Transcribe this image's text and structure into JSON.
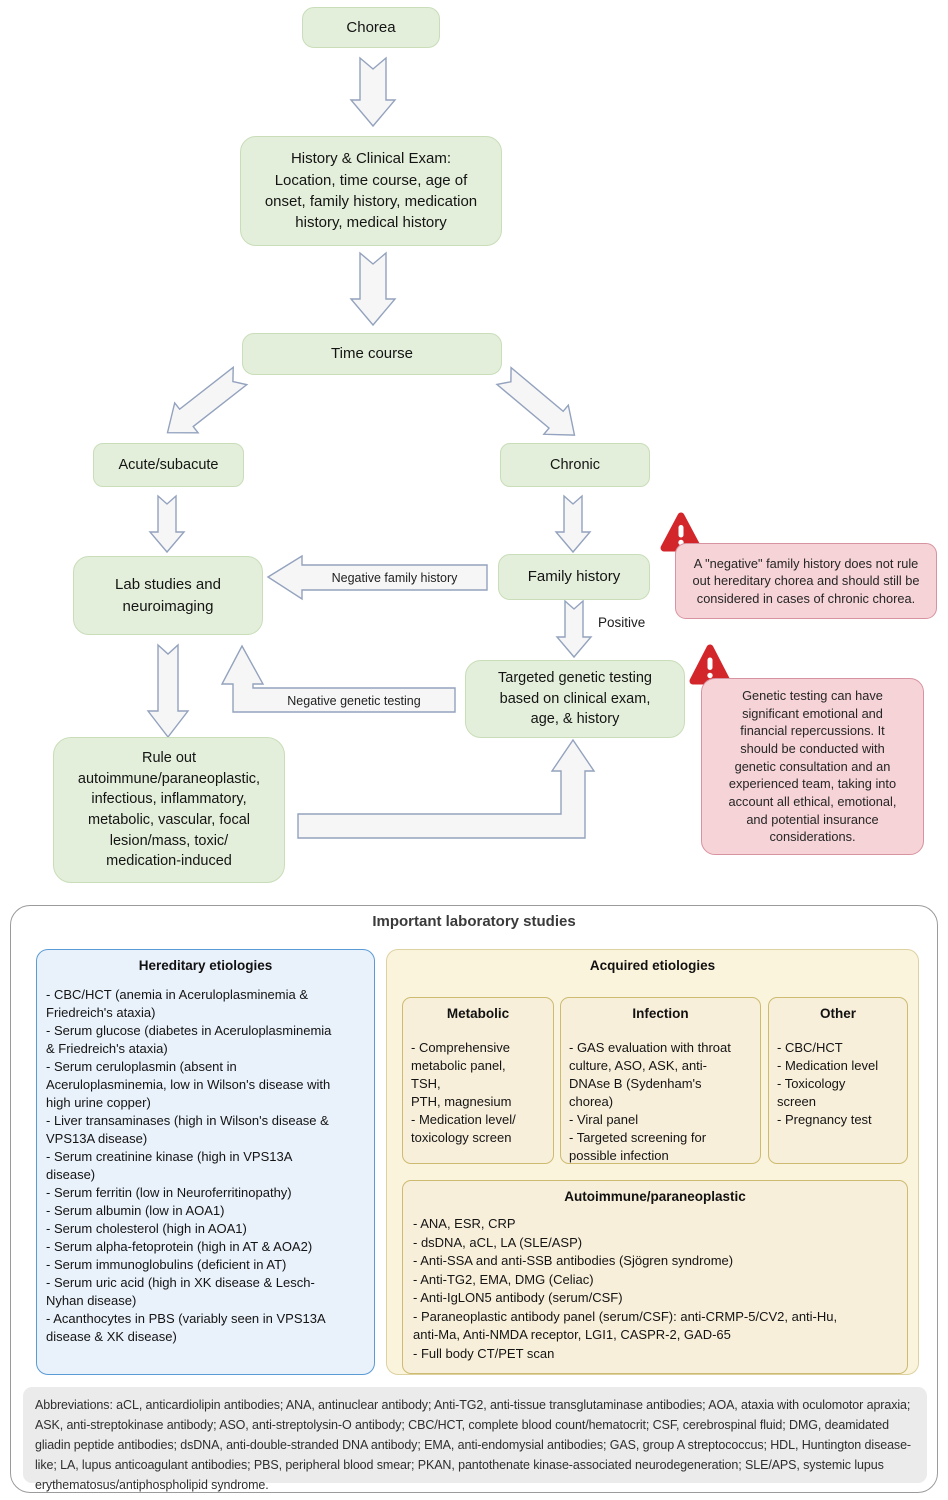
{
  "flow": {
    "nodes": {
      "chorea": "Chorea",
      "history_exam": "History & Clinical Exam:\nLocation, time course, age of\nonset, family history, medication\nhistory, medical history",
      "time_course": "Time course",
      "acute": "Acute/subacute",
      "chronic": "Chronic",
      "lab_studies": "Lab studies and\nneuroimaging",
      "family_history": "Family history",
      "targeted_testing": "Targeted genetic testing\nbased on clinical exam,\nage, & history",
      "rule_out": "Rule out\nautoimmune/paraneoplastic,\ninfectious, inflammatory,\nmetabolic, vascular, focal\nlesion/mass, toxic/\nmedication-induced"
    },
    "arrow_labels": {
      "negative_family_history": "Negative family history",
      "negative_genetic_testing": "Negative genetic testing",
      "positive": "Positive"
    },
    "warnings": {
      "family_history_note": "A \"negative\" family history does not rule\nout hereditary chorea and should still be\nconsidered in cases of chronic chorea.",
      "genetic_testing_note": "Genetic testing can have\nsignificant emotional and\nfinancial repercussions. It\nshould be conducted with\ngenetic consultation and an\nexperienced team, taking into\naccount all ethical, emotional,\nand potential insurance\nconsiderations."
    },
    "colors": {
      "node_green": "#e3efda",
      "warning_pink": "#f6d3d7",
      "warning_red": "#d2262b",
      "arrow_fill": "#f6f6f6",
      "arrow_stroke": "#93a2be"
    }
  },
  "lab_panel": {
    "title": "Important laboratory studies",
    "hereditary": {
      "title": "Hereditary etiologies",
      "items": [
        "- CBC/HCT (anemia in Aceruloplasminemia &\nFriedreich's ataxia)",
        "- Serum glucose (diabetes in Aceruloplasminemia\n& Friedreich's ataxia)",
        "- Serum ceruloplasmin (absent in\nAceruloplasminemia, low in Wilson's disease with\nhigh urine copper)",
        "- Liver transaminases (high in Wilson's disease &\nVPS13A disease)",
        "- Serum creatinine kinase (high in VPS13A\ndisease)",
        "- Serum ferritin (low in Neuroferritinopathy)",
        "- Serum albumin (low in AOA1)",
        "- Serum cholesterol (high in AOA1)",
        "- Serum alpha-fetoprotein (high in AT & AOA2)",
        "- Serum immunoglobulins (deficient in AT)",
        "- Serum uric acid (high in XK disease & Lesch-\nNyhan disease)",
        "- Acanthocytes in PBS (variably seen in VPS13A\ndisease & XK disease)"
      ]
    },
    "acquired": {
      "title": "Acquired etiologies",
      "metabolic": {
        "title": "Metabolic",
        "items": [
          "- Comprehensive\nmetabolic panel,\nTSH,\nPTH, magnesium",
          "- Medication level/\ntoxicology screen"
        ]
      },
      "infection": {
        "title": "Infection",
        "items": [
          "- GAS evaluation with throat\nculture, ASO, ASK, anti-\nDNAse B (Sydenham's\nchorea)",
          "- Viral panel",
          "- Targeted screening for\npossible infection"
        ]
      },
      "other": {
        "title": "Other",
        "items": [
          "- CBC/HCT",
          "- Medication level",
          "- Toxicology\nscreen",
          "- Pregnancy test"
        ]
      },
      "autoimmune": {
        "title": "Autoimmune/paraneoplastic",
        "items": [
          "- ANA, ESR, CRP",
          "- dsDNA, aCL, LA (SLE/ASP)",
          "- Anti-SSA and anti-SSB antibodies (Sjögren syndrome)",
          "- Anti-TG2, EMA, DMG (Celiac)",
          "- Anti-IgLON5 antibody (serum/CSF)",
          "- Paraneoplastic antibody panel (serum/CSF): anti-CRMP-5/CV2, anti-Hu,\nanti-Ma, Anti-NMDA receptor, LGI1, CASPR-2, GAD-65",
          "- Full body CT/PET scan"
        ]
      }
    },
    "abbreviations": "Abbreviations: aCL, anticardiolipin antibodies; ANA, antinuclear antibody; Anti-TG2, anti-tissue transglutaminase antibodies; AOA, ataxia with oculomotor apraxia; ASK, anti-streptokinase antibody; ASO, anti-streptolysin-O antibody; CBC/HCT, complete blood count/hematocrit; CSF, cerebrospinal fluid; DMG, deamidated gliadin peptide antibodies; dsDNA, anti-double-stranded DNA antibody; EMA, anti-endomysial antibodies; GAS, group A streptococcus; HDL, Huntington disease-like; LA, lupus anticoagulant antibodies; PBS, peripheral blood smear; PKAN, pantothenate kinase-associated neurodegeneration; SLE/APS, systemic lupus erythematosus/antiphospholipid syndrome."
  }
}
